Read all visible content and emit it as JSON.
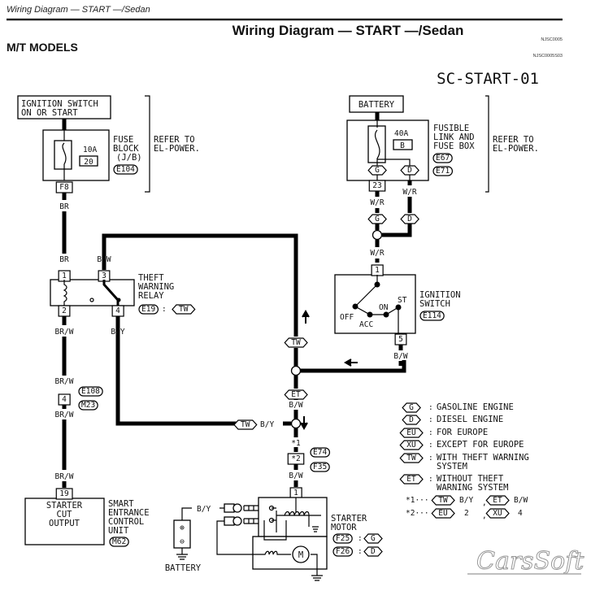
{
  "header": {
    "running_title": "Wiring Diagram — START —/Sedan",
    "title": "Wiring Diagram — START —/Sedan",
    "models": "M/T MODELS",
    "ref1": "NJSC0005",
    "ref2": "NJSC0005S03",
    "diagram_code": "SC-START-01"
  },
  "ignition_supply": {
    "line1": "IGNITION SWITCH",
    "line2": "ON OR START"
  },
  "fuse_block": {
    "rating": "10A",
    "number": "20",
    "label1": "FUSE",
    "label2": "BLOCK",
    "label3": "(J/B)",
    "connector": "E104",
    "pin": "F8"
  },
  "refer_left": {
    "line1": "REFER TO",
    "line2": "EL-POWER."
  },
  "refer_right": {
    "line1": "REFER TO",
    "line2": "EL-POWER."
  },
  "battery_box": {
    "label": "BATTERY"
  },
  "fusible_link": {
    "rating": "40A",
    "letter": "B",
    "label1": "FUSIBLE",
    "label2": "LINK AND",
    "label3": "FUSE BOX",
    "conn1": "E67",
    "conn2": "E71",
    "pin": "23"
  },
  "wires": {
    "br1": "BR",
    "br2": "BR",
    "bw_top": "B/W",
    "brw1": "BR/W",
    "brw2": "BR/W",
    "brw3": "BR/W",
    "brw4": "BR/W",
    "by1": "B/Y",
    "by2": "B/Y",
    "wr1": "W/R",
    "wr2": "W/R",
    "wr3": "W/R",
    "bw_ign": "B/W",
    "bw_et": "B/W",
    "bw_st": "B/W",
    "by_bat": "B/Y"
  },
  "relay": {
    "pin1": "1",
    "pin2": "2",
    "pin3": "3",
    "pin4": "4",
    "label1": "THEFT",
    "label2": "WARNING",
    "label3": "RELAY",
    "conn": "E19",
    "sep": ":"
  },
  "joint": {
    "pin": "4",
    "conn1": "E108",
    "conn2": "M23"
  },
  "scu": {
    "pin": "19",
    "text1": "STARTER",
    "text2": "CUT",
    "text3": "OUTPUT",
    "label1": "SMART",
    "label2": "ENTRANCE",
    "label3": "CONTROL",
    "label4": "UNIT",
    "conn": "M62"
  },
  "ign_switch": {
    "pin_in": "1",
    "pin_out": "5",
    "off": "OFF",
    "acc": "ACC",
    "on": "ON",
    "st": "ST",
    "label1": "IGNITION",
    "label2": "SWITCH",
    "conn": "E114"
  },
  "markers": {
    "g": "G",
    "d": "D",
    "tw": "TW",
    "et": "ET",
    "eu": "EU",
    "xu": "XU"
  },
  "starter_path": {
    "note1": "*1",
    "pin2": "*2",
    "conn1": "E74",
    "conn2": "F35",
    "pin1": "1"
  },
  "starter": {
    "label1": "STARTER",
    "label2": "MOTOR",
    "conn_g": "F25",
    "conn_d": "F26",
    "sep": ":",
    "motor": "M"
  },
  "battery": {
    "label": "BATTERY",
    "plus": "⊕",
    "minus": "⊖"
  },
  "legend": [
    {
      "marker": "G",
      "text": "GASOLINE ENGINE"
    },
    {
      "marker": "D",
      "text": "DIESEL ENGINE"
    },
    {
      "marker": "EU",
      "text": "FOR EUROPE"
    },
    {
      "marker": "XU",
      "text": "EXCEPT FOR EUROPE"
    },
    {
      "marker": "TW",
      "text": "WITH THEFT WARNING",
      "text2": "SYSTEM"
    },
    {
      "marker": "ET",
      "text": "WITHOUT THEFT",
      "text2": "WARNING SYSTEM"
    }
  ],
  "notes": [
    {
      "key": "*1···",
      "m1": "TW",
      "v1": "B/Y",
      "comma": ",",
      "m2": "ET",
      "v2": "B/W"
    },
    {
      "key": "*2···",
      "m1": "EU",
      "v1": "2",
      "comma": ",",
      "m2": "XU",
      "v2": "4"
    }
  ],
  "watermark": "CarsSoft"
}
